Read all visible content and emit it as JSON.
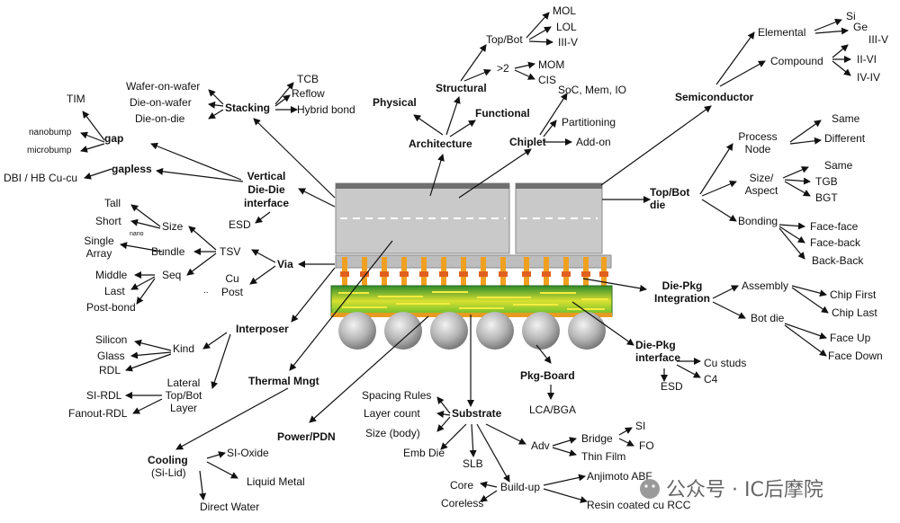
{
  "diagram": {
    "center": {
      "top_left": "Physical",
      "architecture": "Architecture",
      "structural": "Structural",
      "functional": "Functional",
      "chiplet": "Chiplet",
      "semiconductor": "Semiconductor"
    },
    "structural": {
      "top_bot": "Top/Bot",
      "gt2": ">2",
      "mol": "MOL",
      "lol": "LOL",
      "iiiv": "III-V",
      "mom": "MOM",
      "cis": "CIS"
    },
    "chiplet": {
      "soc": "SoC, Mem, IO",
      "partitioning": "Partitioning",
      "addon": "Add-on"
    },
    "semiconductor": {
      "elemental": "Elemental",
      "compound": "Compound",
      "si": "Si",
      "ge": "Ge",
      "iiiv": "III-V",
      "iivi": "II-VI",
      "iviv": "IV-IV"
    },
    "topbot_die": {
      "title": "Top/Bot\ndie",
      "process_node": "Process\nNode",
      "same1": "Same",
      "different": "Different",
      "size_aspect": "Size/\nAspect",
      "same2": "Same",
      "tgb": "TGB",
      "bgt": "BGT",
      "bonding": "Bonding",
      "face_face": "Face-face",
      "face_back": "Face-back",
      "back_back": "Back-Back"
    },
    "die_pkg_integration": {
      "title": "Die-Pkg\nIntegration",
      "assembly": "Assembly",
      "bot_die": "Bot die",
      "chip_first": "Chip First",
      "chip_last": "Chip Last",
      "face_up": "Face Up",
      "face_down": "Face Down"
    },
    "die_pkg_interface": {
      "title": "Die-Pkg\ninterface",
      "cu_studs": "Cu studs",
      "c4": "C4",
      "esd": "ESD"
    },
    "pkg_board": {
      "title": "Pkg-Board",
      "lca_bga": "LCA/BGA"
    },
    "substrate": {
      "title": "Substrate",
      "spacing_rules": "Spacing Rules",
      "layer_count": "Layer count",
      "size_body": "Size (body)",
      "emb_die": "Emb Die",
      "slb": "SLB",
      "core": "Core",
      "coreless": "Coreless",
      "build_up": "Build-up",
      "anjimoto": "Anjimoto ABF",
      "rcc": "Resin coated cu RCC",
      "adv": "Adv",
      "bridge": "Bridge",
      "thin_film": "Thin Film",
      "si": "SI",
      "fo": "FO"
    },
    "stacking": {
      "title": "Stacking",
      "wow": "Wafer-on-wafer",
      "dow": "Die-on-wafer",
      "dod": "Die-on-die",
      "tcb": "TCB",
      "reflow": "Reflow",
      "hybrid": "Hybrid bond"
    },
    "vertical": {
      "title": "Vertical\nDie-Die\ninterface",
      "tim": "TIM",
      "nanobump": "nanobump",
      "microbump": "microbump",
      "gap": "gap",
      "gapless": "gapless",
      "dbi": "DBI / HB Cu-cu",
      "esd": "ESD"
    },
    "via": {
      "title": "Via",
      "tsv": "TSV",
      "cu_post": "Cu\nPost",
      "size": "Size",
      "bundle": "Bundle",
      "seq": "Seq",
      "tall": "Tall",
      "short": "Short",
      "nano": "nano",
      "single_array": "Single\nArray",
      "middle": "Middle",
      "last": "Last",
      "post_bond": "Post-bond",
      "dots": ".."
    },
    "interposer": {
      "title": "Interposer",
      "kind": "Kind",
      "silicon": "Silicon",
      "glass": "Glass",
      "rdl": "RDL",
      "lateral": "Lateral\nTop/Bot\nLayer",
      "si_rdl": "SI-RDL",
      "fanout_rdl": "Fanout-RDL"
    },
    "thermal": {
      "title": "Thermal Mngt",
      "cooling": "Cooling",
      "si_lid": "(Si-Lid)",
      "si_oxide": "SI-Oxide",
      "liquid_metal": "Liquid Metal",
      "direct_water": "Direct Water"
    },
    "power": {
      "title": "Power/PDN"
    },
    "watermark": "公众号 · IC后摩院",
    "colors": {
      "die": "#c9c9c9",
      "die_edge": "#7a7a7a",
      "bump": "#f0a020",
      "substrate_green": "#4caf2a",
      "substrate_yellow": "#e8e030",
      "ball": "#b0b0b0"
    }
  }
}
